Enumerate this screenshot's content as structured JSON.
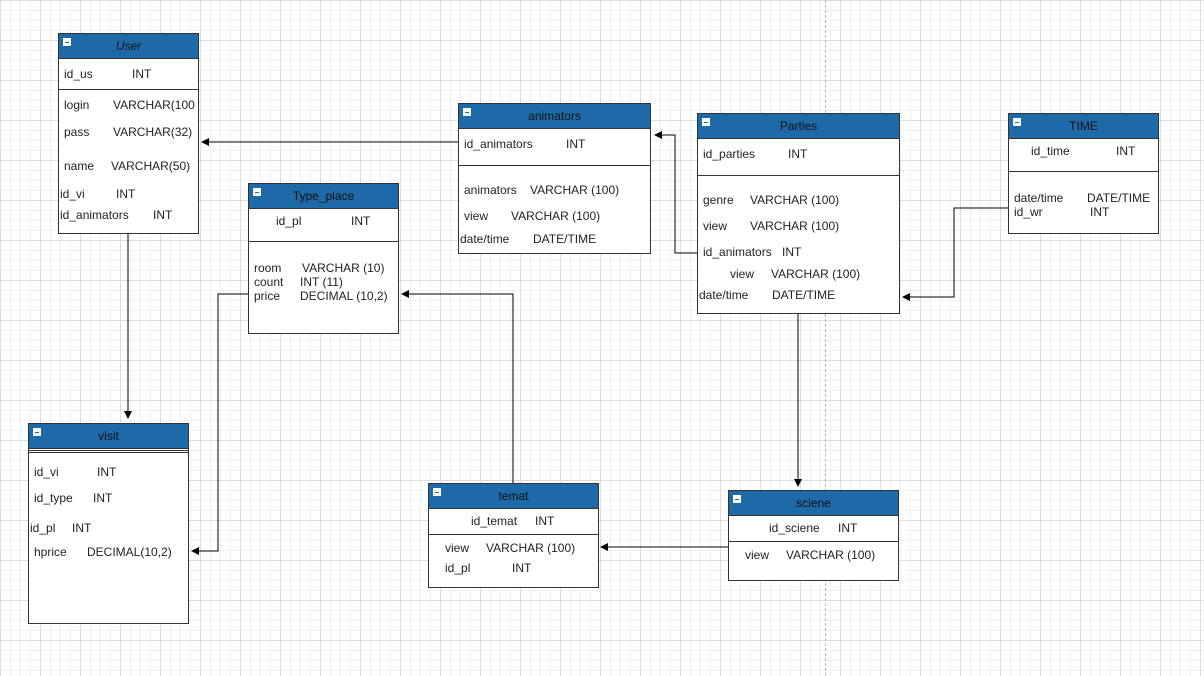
{
  "tables": {
    "user": {
      "title": "User",
      "id": [
        "id_us",
        "INT"
      ],
      "login": [
        "login",
        "VARCHAR(100"
      ],
      "pass": [
        "pass",
        "VARCHAR(32)"
      ],
      "name": [
        "name",
        "VARCHAR(50)"
      ],
      "id_vi": [
        "id_vi",
        "INT"
      ],
      "id_animators": [
        "id_animators",
        "INT"
      ]
    },
    "animators": {
      "title": "animators",
      "id": [
        "id_animators",
        "INT"
      ],
      "animators": [
        "animators",
        "VARCHAR (100)"
      ],
      "view": [
        "view",
        "VARCHAR (100)"
      ],
      "datetime": [
        "date/time",
        "DATE/TIME"
      ]
    },
    "parties": {
      "title": "Parties",
      "id": [
        "id_parties",
        "INT"
      ],
      "genre": [
        "genre",
        "VARCHAR (100)"
      ],
      "view": [
        "view",
        "VARCHAR (100)"
      ],
      "id_animators": [
        "id_animators",
        "INT"
      ],
      "view2": [
        "view",
        "VARCHAR (100)"
      ],
      "datetime": [
        "date/time",
        "DATE/TIME"
      ]
    },
    "time": {
      "title": "TIME",
      "id": [
        "id_time",
        "INT"
      ],
      "datetime": [
        "date/time",
        "DATE/TIME"
      ],
      "id_wr": [
        "id_wr",
        "INT"
      ]
    },
    "type_place": {
      "title": "Type_place",
      "id": [
        "id_pl",
        "INT"
      ],
      "room": [
        "room",
        "VARCHAR (10)"
      ],
      "count": [
        "count",
        "INT (11)"
      ],
      "price": [
        "price",
        "DECIMAL (10,2)"
      ]
    },
    "visit": {
      "title": "visit",
      "id_vi": [
        "id_vi",
        "INT"
      ],
      "id_type": [
        "id_type",
        "INT"
      ],
      "id_pl": [
        "id_pl",
        "INT"
      ],
      "hprice": [
        "hprice",
        "DECIMAL(10,2)"
      ]
    },
    "temat": {
      "title": "temat",
      "id": [
        "id_temat",
        "INT"
      ],
      "view": [
        "view",
        "VARCHAR (100)"
      ],
      "id_pl": [
        "id_pl",
        "INT"
      ]
    },
    "sciene": {
      "title": "sciene",
      "id": [
        "id_sciene",
        "INT"
      ],
      "view": [
        "view",
        "VARCHAR (100)"
      ]
    }
  },
  "colors": {
    "header": "#1e6aa9",
    "line": "#000000"
  }
}
